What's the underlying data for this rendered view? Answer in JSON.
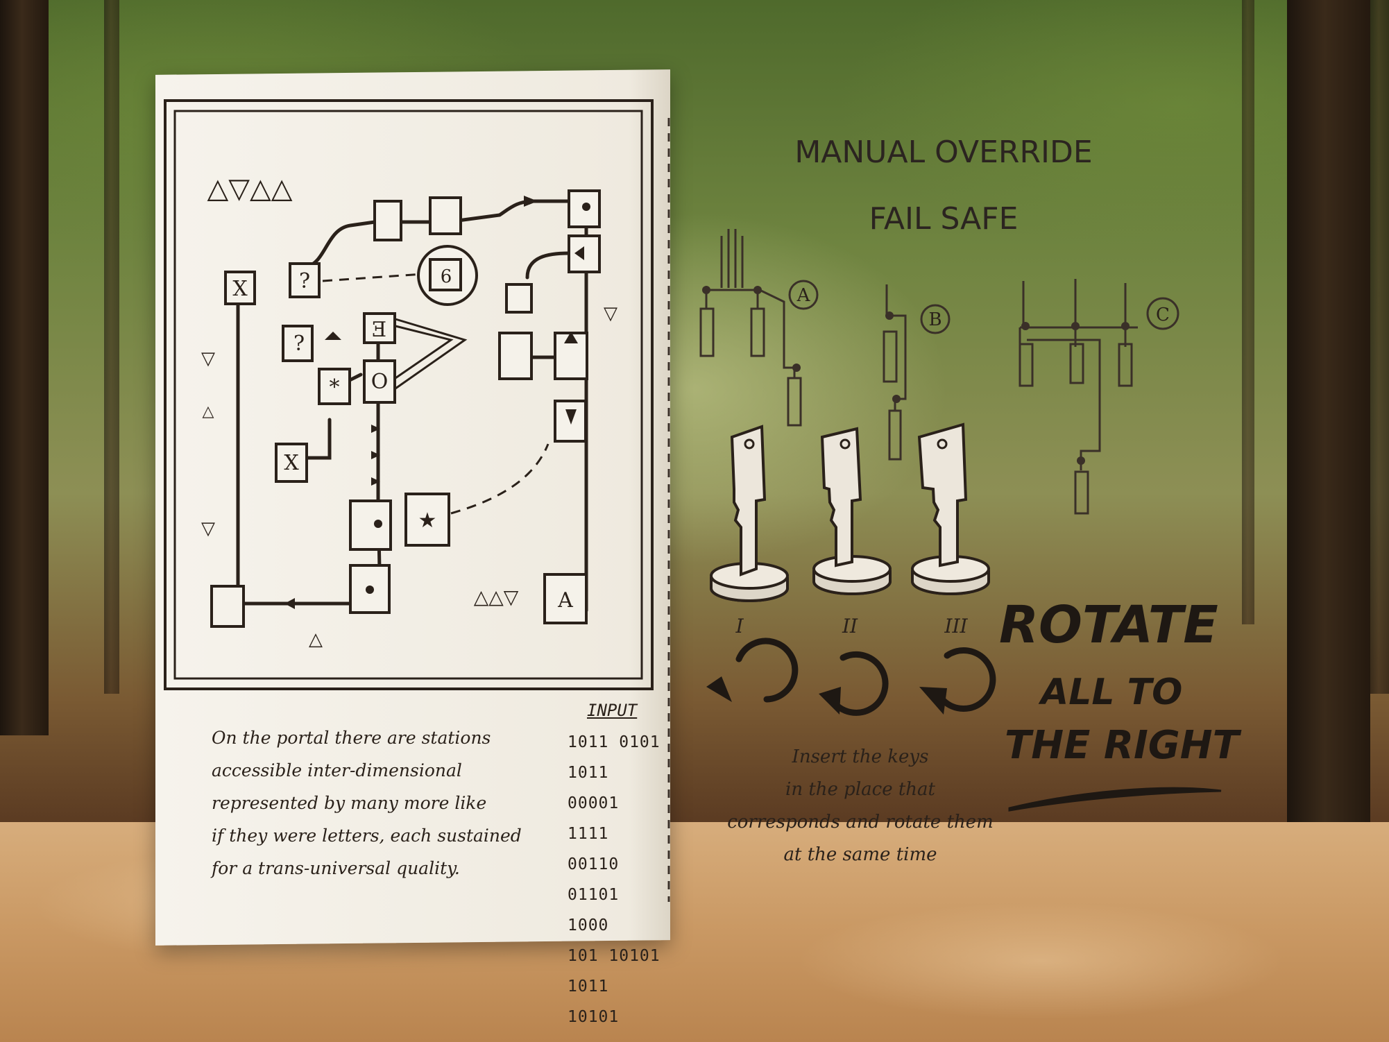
{
  "left_page": {
    "paragraph": [
      "On the portal there are stations",
      "accessible inter-dimensional",
      "represented by many more like",
      "if they were letters, each sustained",
      "for a trans-universal quality."
    ],
    "input_title": "INPUT",
    "input_codes": [
      "1011 0101",
      "1011 00001",
      "1111 00110",
      "01101 1000",
      "101 10101",
      "1011 10101"
    ],
    "diagram_symbols": [
      "X",
      "?",
      "?",
      "Ǝ",
      "*",
      "O",
      "X",
      "★",
      "A",
      "6",
      "△▽△△",
      "▽",
      "△",
      "▽",
      "△△▽",
      "▽",
      "△"
    ]
  },
  "right_page": {
    "title_line1": "MANUAL OVERRIDE",
    "title_line2": "FAIL SAFE",
    "slot_labels": [
      "A",
      "B",
      "C"
    ],
    "key_labels": [
      "I",
      "II",
      "III"
    ],
    "rotate_line1": "ROTATE",
    "rotate_line2": "ALL TO",
    "rotate_line3": "THE RIGHT",
    "instructions": [
      "Insert the keys",
      "in the place that",
      "corresponds and rotate them",
      "at the same time"
    ]
  },
  "colors": {
    "ink": "#2a211a",
    "paper": "#f3efe6",
    "table": "#c99863",
    "forest": "#6f8440"
  },
  "icons": [
    "rotate-right-icon",
    "key-icon",
    "triangle-icon"
  ]
}
